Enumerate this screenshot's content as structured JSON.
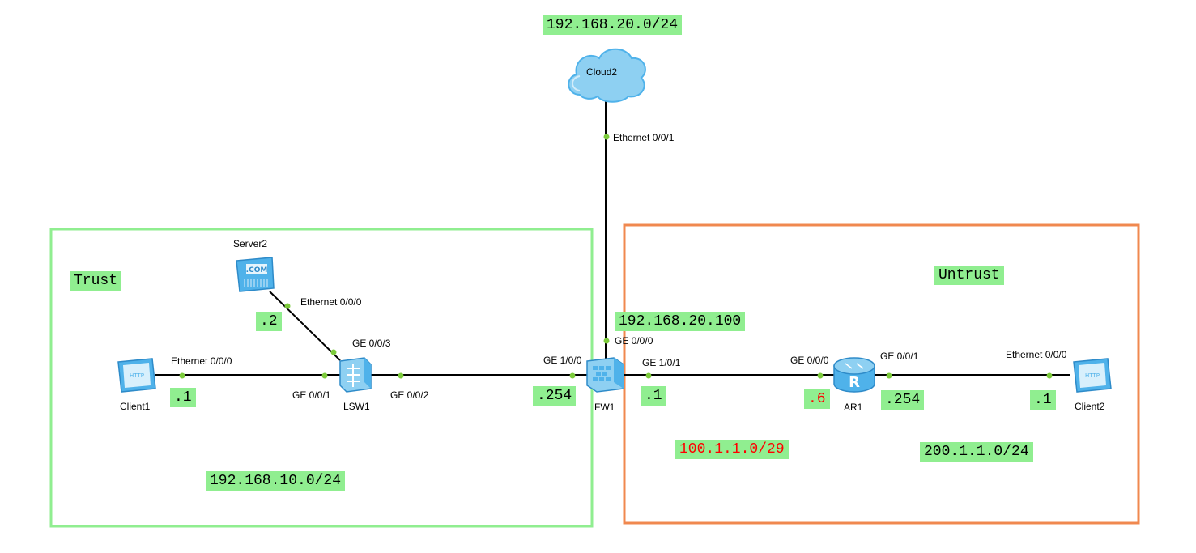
{
  "colors": {
    "trust_zone": "#90EE90",
    "untrust_zone": "#F0884F",
    "label_bg": "#90EE90",
    "red_text": "#FF0000",
    "link": "#000000",
    "port_dot": "#7CCB3B",
    "device_blue": "#4FB2EA"
  },
  "zones": {
    "trust": "Trust",
    "untrust": "Untrust"
  },
  "networks": {
    "top": "192.168.20.0/24",
    "trust": "192.168.10.0/24",
    "transit": "100.1.1.0/29",
    "client2_net": "200.1.1.0/24"
  },
  "hosts": {
    "server2": ".2",
    "client1": ".1",
    "fw1_trust": ".254",
    "fw1_untrust": ".1",
    "ar1_g000": ".6",
    "ar1_g001": ".254",
    "client2": ".1",
    "fw1_cloud": "192.168.20.100"
  },
  "devices": {
    "cloud2": "Cloud2",
    "server2": "Server2",
    "client1": "Client1",
    "lsw1": "LSW1",
    "fw1": "FW1",
    "ar1": "AR1",
    "client2": "Client2"
  },
  "ports": {
    "cloud2_eth001": "Ethernet 0/0/1",
    "server2_eth000": "Ethernet 0/0/0",
    "lsw1_ge003": "GE 0/0/3",
    "client1_eth000": "Ethernet 0/0/0",
    "lsw1_ge001": "GE 0/0/1",
    "lsw1_ge002": "GE 0/0/2",
    "fw1_ge100": "GE 1/0/0",
    "fw1_ge000": "GE 0/0/0",
    "fw1_ge101": "GE 1/0/1",
    "ar1_ge000": "GE 0/0/0",
    "ar1_ge001": "GE 0/0/1",
    "client2_eth000": "Ethernet 0/0/0"
  },
  "icons": {
    "cloud": "cloud-icon",
    "server": "server-icon",
    "client": "http-client-icon",
    "switch": "switch-icon",
    "firewall": "firewall-icon",
    "router": "router-icon"
  }
}
